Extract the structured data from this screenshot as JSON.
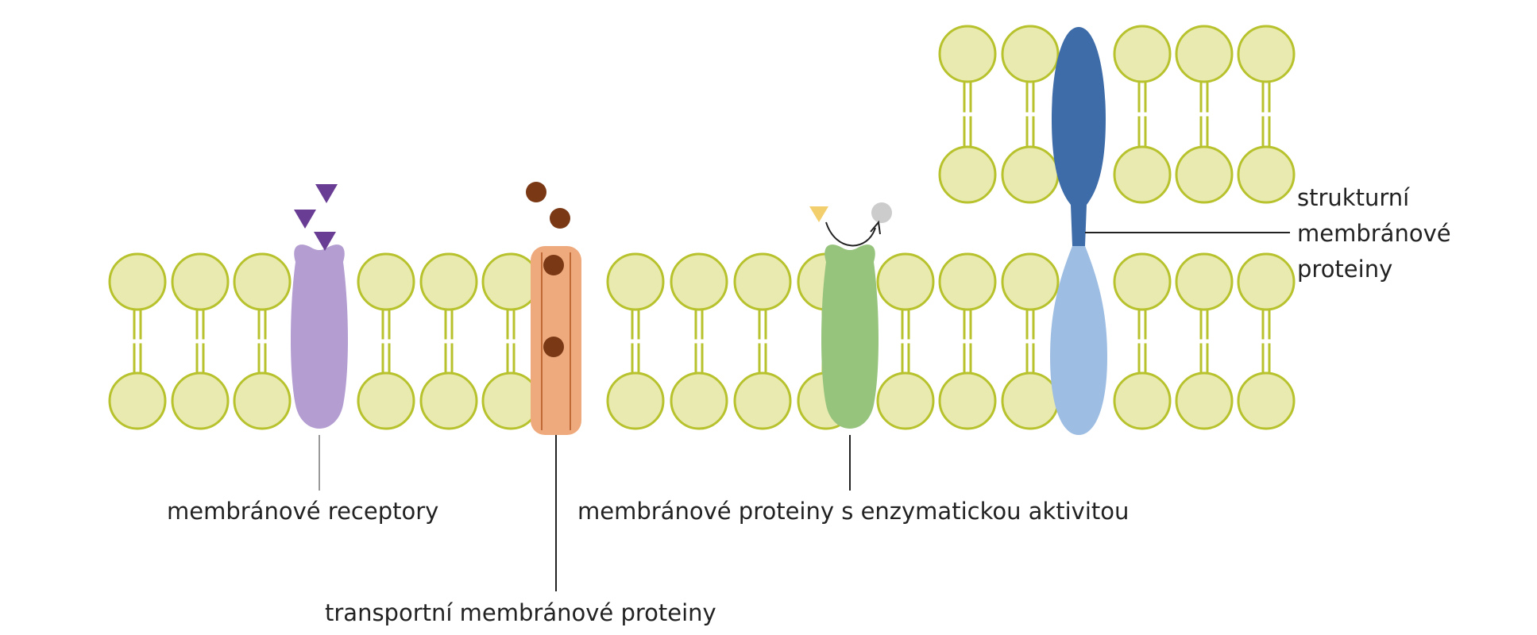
{
  "labels": {
    "receptors": "membránové receptory",
    "transport": "transportní membránové proteiny",
    "enzymatic": "membránové proteiny s enzymatickou aktivitou",
    "structural_line1": "strukturní",
    "structural_line2": "membránové",
    "structural_line3": "proteiny"
  },
  "colors": {
    "lipid_fill": "#e8eab0",
    "lipid_stroke": "#b7c22d",
    "receptor": "#b39dd1",
    "ligand": "#6a3d95",
    "transporter": "#eeaa7c",
    "transporter_line": "#c06a38",
    "transported_particle": "#7a3815",
    "enzyme": "#97c47d",
    "substrate": "#f2cf6c",
    "product": "#cccccc",
    "structural_dark": "#3e6ca8",
    "structural_light": "#9ebde2",
    "leader_gray": "#999999",
    "leader_dark": "#222222"
  }
}
